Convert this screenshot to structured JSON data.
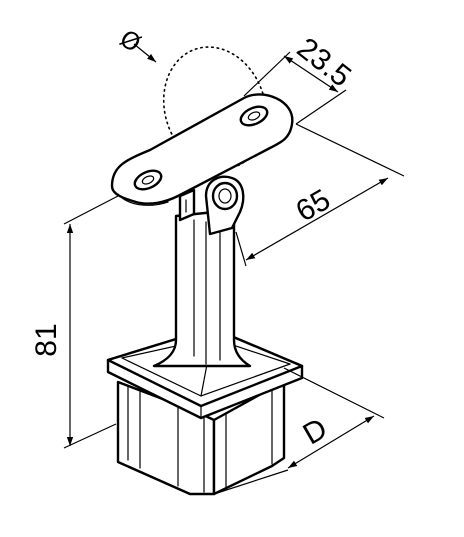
{
  "dimensions": {
    "pad_width": "23.5",
    "pad_length": "65",
    "height": "81",
    "base_size": "D",
    "diameter_symbol": "Ø"
  }
}
